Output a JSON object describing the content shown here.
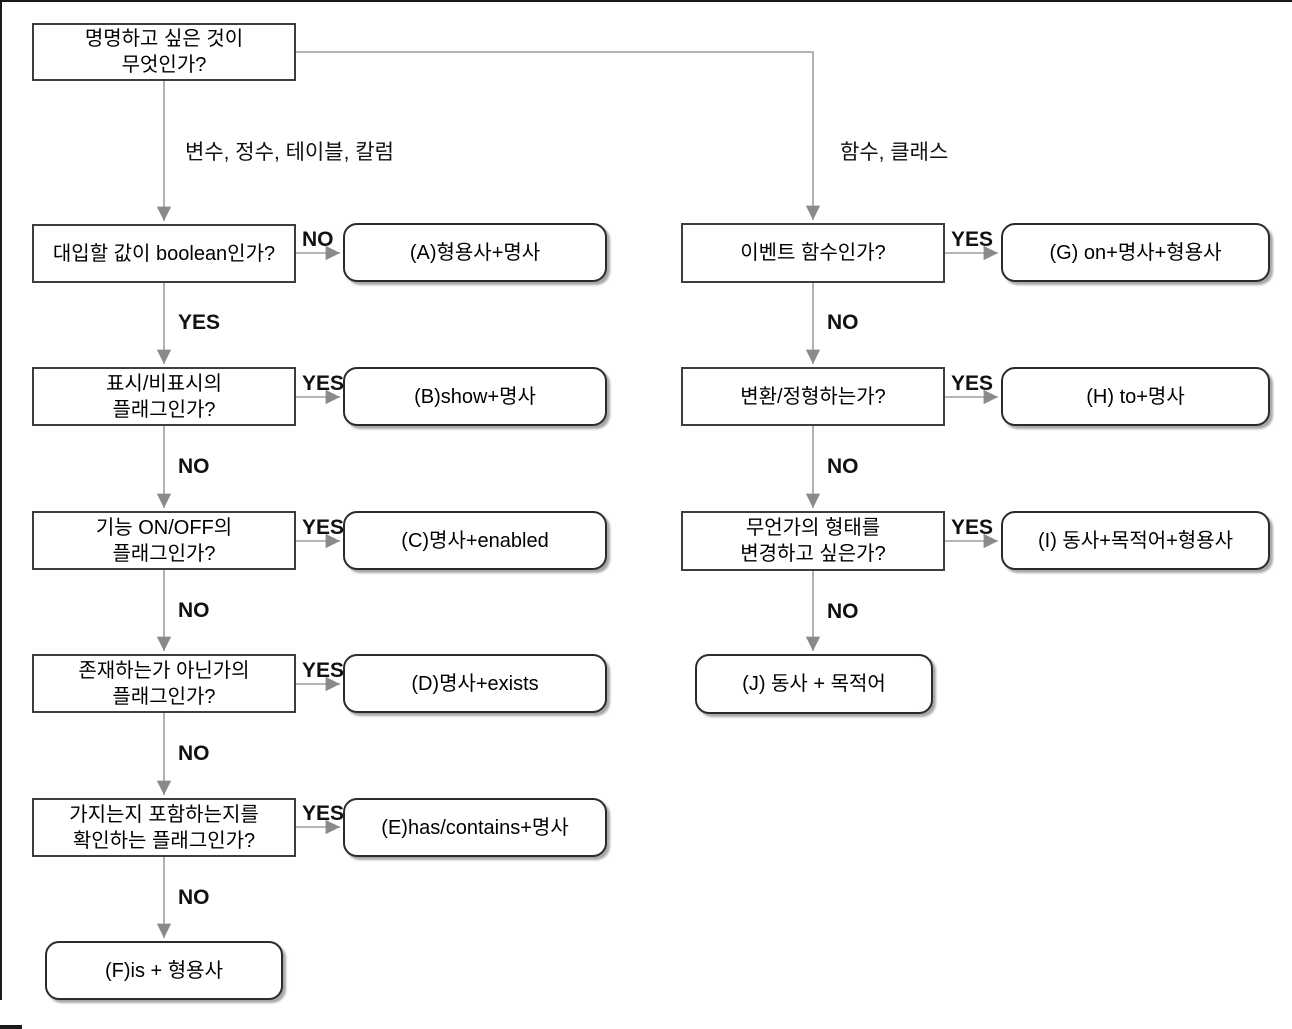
{
  "colors": {
    "line": "#9e9e9e",
    "arrowhead": "#8a8a8a",
    "decision_border": "#3d3d3d",
    "result_border": "#2b2b2b",
    "text": "#000000",
    "page_border": "#1a1a1a",
    "background": "#ffffff"
  },
  "labels": {
    "yes": "YES",
    "no": "NO",
    "left_branch": "변수, 정수, 테이블, 칼럼",
    "right_branch": "함수, 클래스"
  },
  "nodes": {
    "root": "명명하고 싶은 것이\n무엇인가?",
    "q_boolean": "대입할 값이 boolean인가?",
    "q_show": "표시/비표시의\n플래그인가?",
    "q_onoff": "기능 ON/OFF의\n플래그인가?",
    "q_exists": "존재하는가 아닌가의\n플래그인가?",
    "q_has": "가지는지 포함하는지를\n확인하는 플래그인가?",
    "q_event": "이벤트 함수인가?",
    "q_convert": "변환/정형하는가?",
    "q_modify": "무언가의 형태를\n변경하고 싶은가?",
    "r_a": "(A)형용사+명사",
    "r_b": "(B)show+명사",
    "r_c": "(C)명사+enabled",
    "r_d": "(D)명사+exists",
    "r_e": "(E)has/contains+명사",
    "r_f": "(F)is + 형용사",
    "r_g": "(G) on+명사+형용사",
    "r_h": "(H) to+명사",
    "r_i": "(I) 동사+목적어+형용사",
    "r_j": "(J) 동사 + 목적어"
  }
}
